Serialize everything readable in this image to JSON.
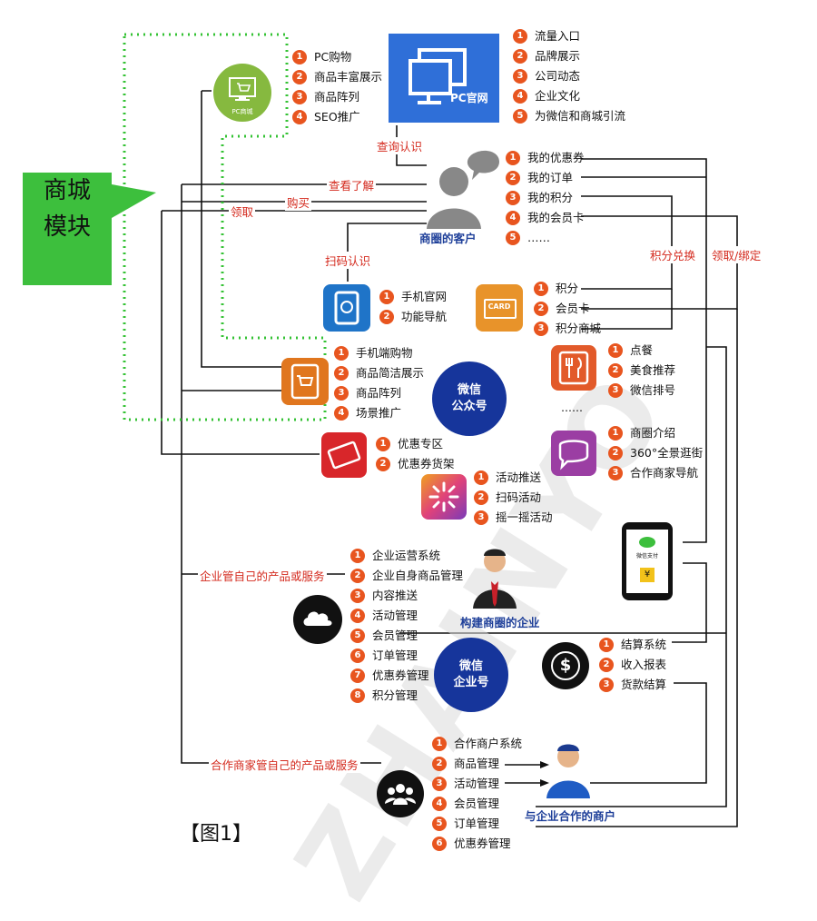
{
  "side_label": {
    "line1": "商城",
    "line2": "模块"
  },
  "watermark": "ZHAINYO",
  "figure_label": "【图1】",
  "nodes": {
    "pc_mall": {
      "caption": "PC商城",
      "items": [
        "PC购物",
        "商品丰富展示",
        "商品阵列",
        "SEO推广"
      ]
    },
    "pc_site": {
      "label": "PC官网",
      "items": [
        "流量入口",
        "品牌展示",
        "公司动态",
        "企业文化",
        "为微信和商城引流"
      ]
    },
    "customer": {
      "label": "商圈的客户",
      "items": [
        "我的优惠券",
        "我的订单",
        "我的积分",
        "我的会员卡",
        "……"
      ]
    },
    "mobile_site": {
      "items": [
        "手机官网",
        "功能导航"
      ]
    },
    "card": {
      "label": "CARD",
      "items": [
        "积分",
        "会员卡",
        "积分商城"
      ]
    },
    "mobile_mall": {
      "items": [
        "手机端购物",
        "商品简洁展示",
        "商品阵列",
        "场景推广"
      ]
    },
    "wechat_public": {
      "line1": "微信",
      "line2": "公众号"
    },
    "dining": {
      "items": [
        "点餐",
        "美食推荐",
        "微信排号"
      ],
      "more": "……"
    },
    "coupon": {
      "items": [
        "优惠专区",
        "优惠券货架"
      ]
    },
    "business": {
      "items": [
        "商圈介绍",
        "360°全景逛街",
        "合作商家导航"
      ]
    },
    "activity": {
      "items": [
        "活动推送",
        "扫码活动",
        "摇一摇活动"
      ]
    },
    "wechat_pay": {
      "label": "微信支付",
      "symbol": "¥"
    },
    "enterprise": {
      "label": "构建商圈的企业",
      "items": [
        "企业运营系统",
        "企业自身商品管理",
        "内容推送",
        "活动管理",
        "会员管理",
        "订单管理",
        "优惠券管理",
        "积分管理"
      ]
    },
    "wechat_enterprise": {
      "line1": "微信",
      "line2": "企业号"
    },
    "settlement": {
      "symbol": "$",
      "items": [
        "结算系统",
        "收入报表",
        "货款结算"
      ]
    },
    "merchant": {
      "label": "与企业合作的商户",
      "items": [
        "合作商户系统",
        "商品管理",
        "活动管理",
        "会员管理",
        "订单管理",
        "优惠券管理"
      ]
    }
  },
  "edge_labels": {
    "query": "查询认识",
    "view": "查看了解",
    "buy": "购买",
    "receive": "领取",
    "scan": "扫码认识",
    "points_exchange": "积分兑换",
    "receive_bind": "领取/绑定",
    "enterprise_manage": "企业管自己的产品或服务",
    "merchant_manage": "合作商家管自己的产品或服务"
  },
  "colors": {
    "accent_red": "#d42a1e",
    "badge": "#e8551f",
    "navy": "#16359b",
    "green": "#3dbf3d",
    "pc_blue": "#2f6fd8"
  }
}
